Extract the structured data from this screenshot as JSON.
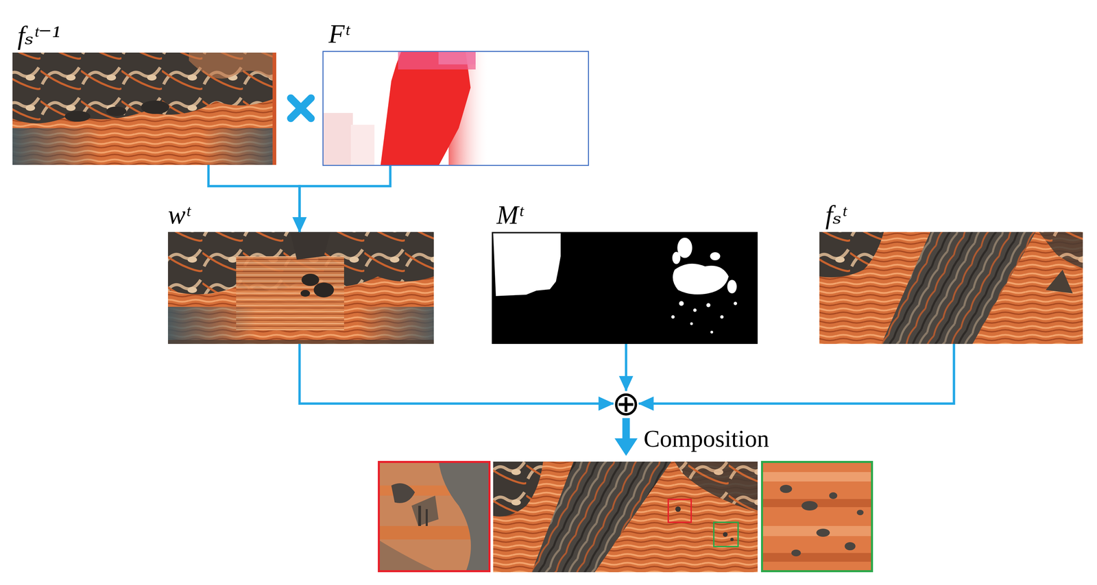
{
  "diagram": {
    "nodes": [
      {
        "text": [
          "fₛᵗ⁻¹"
        ]
      },
      {
        "text": [
          "Fᵗ"
        ]
      },
      {
        "text": [
          "wᵗ"
        ]
      },
      {
        "text": [
          "Mᵗ"
        ]
      },
      {
        "text": [
          "fₛᵗ"
        ]
      },
      {
        "text": [
          "⊕"
        ]
      }
    ],
    "edges": [
      {
        "from": 0,
        "to": 2,
        "arrow": "to"
      },
      {
        "from": 1,
        "to": 2,
        "arrow": "to"
      },
      {
        "from": 2,
        "to": 5,
        "arrow": "to"
      },
      {
        "from": 3,
        "to": 5,
        "arrow": "to"
      },
      {
        "from": 4,
        "to": 5,
        "arrow": "to"
      }
    ],
    "labels": [
      "Composition"
    ]
  }
}
